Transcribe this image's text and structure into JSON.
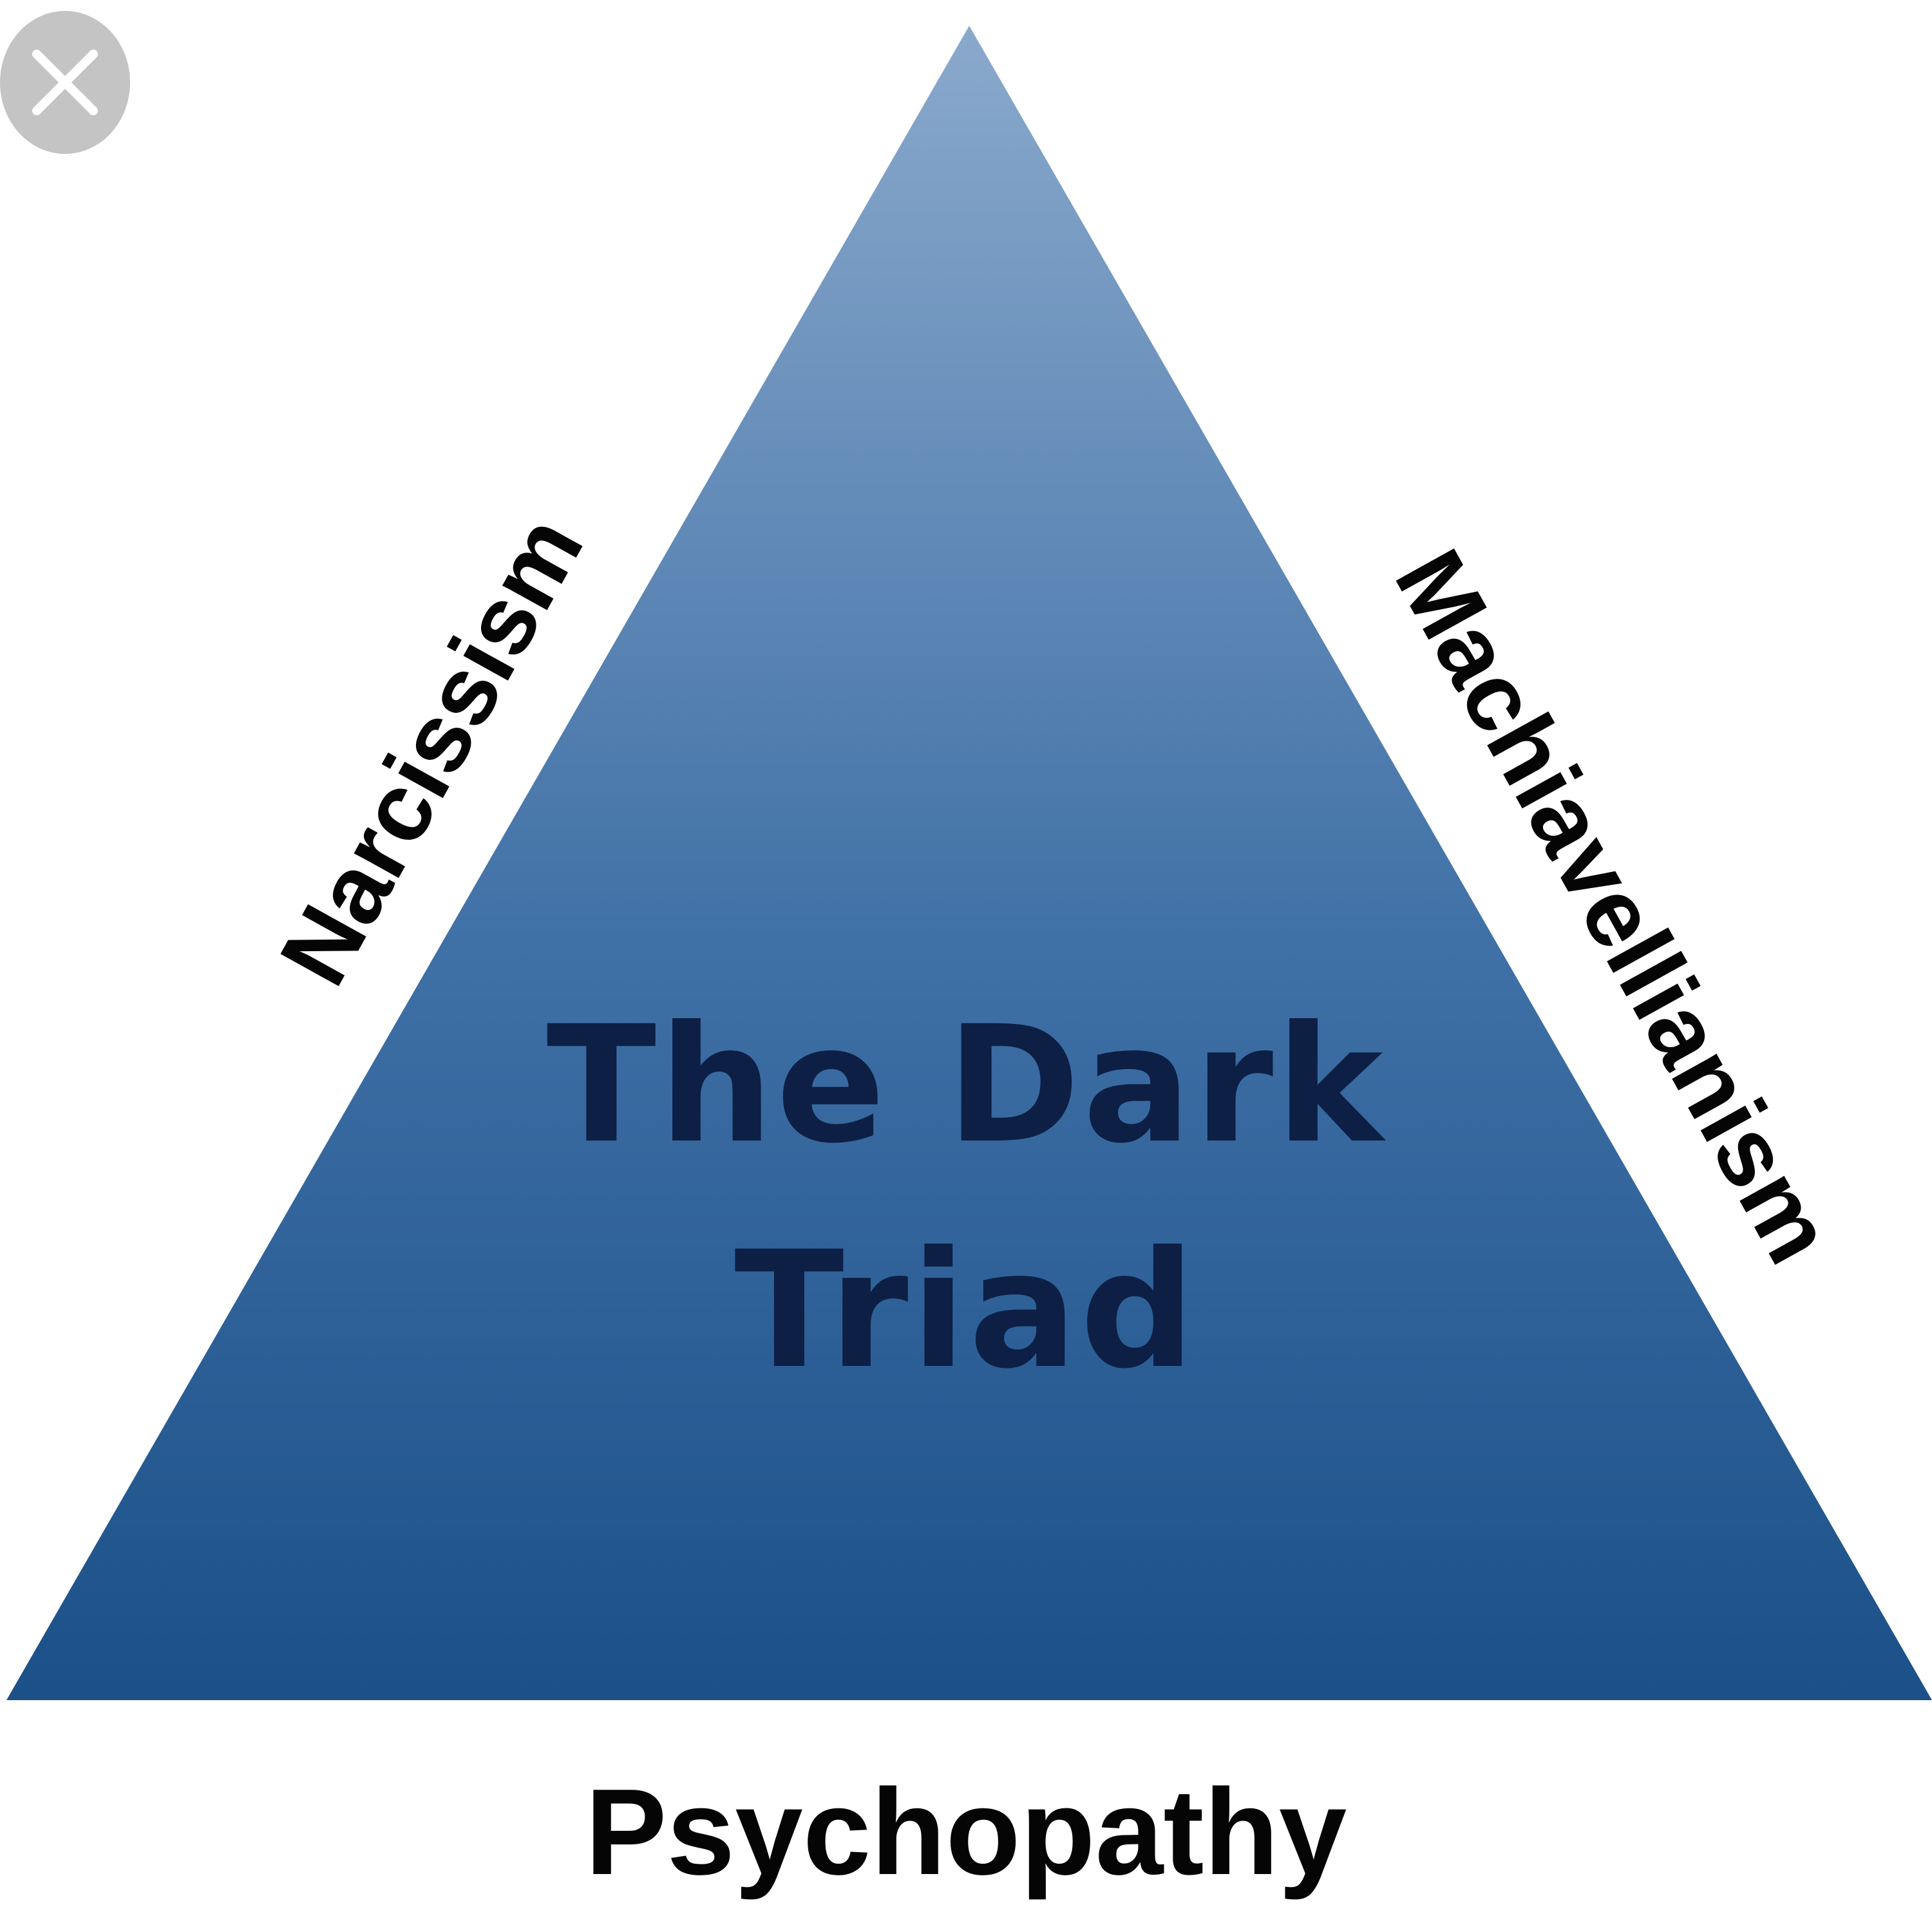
{
  "diagram": {
    "title_line1": "The Dark",
    "title_line2": "Triad",
    "left_label": "Narcissism",
    "right_label": "Machiavellianism",
    "bottom_label": "Psychopathy"
  },
  "colors": {
    "triangle_top": "#8aa9cc",
    "triangle_bottom": "#1b5088",
    "title": "#0d1f45",
    "labels": "#050505",
    "close_bg": "#c4c4c4",
    "close_x": "#ffffff"
  },
  "icons": {
    "close": "close-icon"
  }
}
